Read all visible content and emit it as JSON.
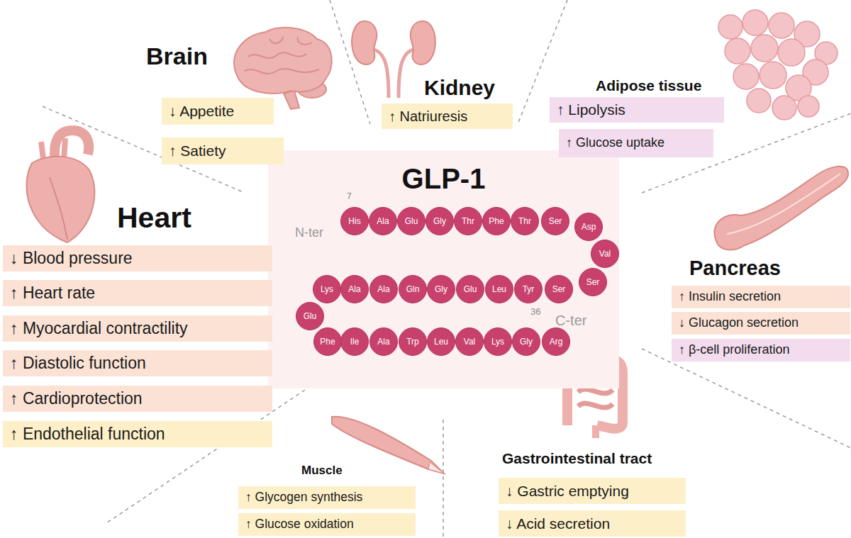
{
  "diagram": {
    "nodes": [
      {
        "text": [
          "GLP-1"
        ]
      },
      {
        "text": [
          "His"
        ],
        "in": 0
      },
      {
        "text": [
          "Ala"
        ],
        "in": 0
      },
      {
        "text": [
          "Glu"
        ],
        "in": 0
      },
      {
        "text": [
          "Gly"
        ],
        "in": 0
      },
      {
        "text": [
          "Thr"
        ],
        "in": 0
      },
      {
        "text": [
          "Phe"
        ],
        "in": 0
      },
      {
        "text": [
          "Thr"
        ],
        "in": 0
      },
      {
        "text": [
          "Ser"
        ],
        "in": 0
      },
      {
        "text": [
          "Asp"
        ],
        "in": 0
      },
      {
        "text": [
          "Val"
        ],
        "in": 0
      },
      {
        "text": [
          "Ser"
        ],
        "in": 0
      },
      {
        "text": [
          "Ser"
        ],
        "in": 0
      },
      {
        "text": [
          "Tyr"
        ],
        "in": 0
      },
      {
        "text": [
          "Leu"
        ],
        "in": 0
      },
      {
        "text": [
          "Glu"
        ],
        "in": 0
      },
      {
        "text": [
          "Gly"
        ],
        "in": 0
      },
      {
        "text": [
          "Gln"
        ],
        "in": 0
      },
      {
        "text": [
          "Ala"
        ],
        "in": 0
      },
      {
        "text": [
          "Ala"
        ],
        "in": 0
      },
      {
        "text": [
          "Lys"
        ],
        "in": 0
      },
      {
        "text": [
          "Glu"
        ],
        "in": 0
      },
      {
        "text": [
          "Phe"
        ],
        "in": 0
      },
      {
        "text": [
          "Ile"
        ],
        "in": 0
      },
      {
        "text": [
          "Ala"
        ],
        "in": 0
      },
      {
        "text": [
          "Trp"
        ],
        "in": 0
      },
      {
        "text": [
          "Leu"
        ],
        "in": 0
      },
      {
        "text": [
          "Val"
        ],
        "in": 0
      },
      {
        "text": [
          "Lys"
        ],
        "in": 0
      },
      {
        "text": [
          "Gly"
        ],
        "in": 0
      },
      {
        "text": [
          "Arg"
        ],
        "in": 0
      },
      {
        "text": [
          "↓ Appetite"
        ]
      },
      {
        "text": [
          "↑ Satiety"
        ]
      },
      {
        "text": [
          "↑ Natriuresis"
        ]
      },
      {
        "text": [
          "↑ Lipolysis"
        ]
      },
      {
        "text": [
          "↑ Glucose uptake"
        ]
      },
      {
        "text": [
          "↓ Blood pressure"
        ]
      },
      {
        "text": [
          "↑ Heart rate"
        ]
      },
      {
        "text": [
          "↑ Myocardial contractility"
        ]
      },
      {
        "text": [
          "↑ Diastolic function"
        ]
      },
      {
        "text": [
          "↑ Cardioprotection"
        ]
      },
      {
        "text": [
          "↑ Endothelial function"
        ]
      },
      {
        "text": [
          "↑ Insulin secretion"
        ]
      },
      {
        "text": [
          "↓ Glucagon secretion"
        ]
      },
      {
        "text": [
          "↑ β-cell proliferation"
        ]
      },
      {
        "text": [
          "↑ Glycogen synthesis"
        ]
      },
      {
        "text": [
          "↑ Glucose oxidation"
        ]
      },
      {
        "text": [
          "↓ Gastric emptying"
        ]
      },
      {
        "text": [
          "↓ Acid secretion"
        ]
      }
    ],
    "labels": [
      "Brain",
      "Kidney",
      "Adipose tissue",
      "Heart",
      "Pancreas",
      "Muscle",
      "Gastrointestinal tract",
      "N-ter",
      "7",
      "C-ter",
      "36"
    ]
  }
}
